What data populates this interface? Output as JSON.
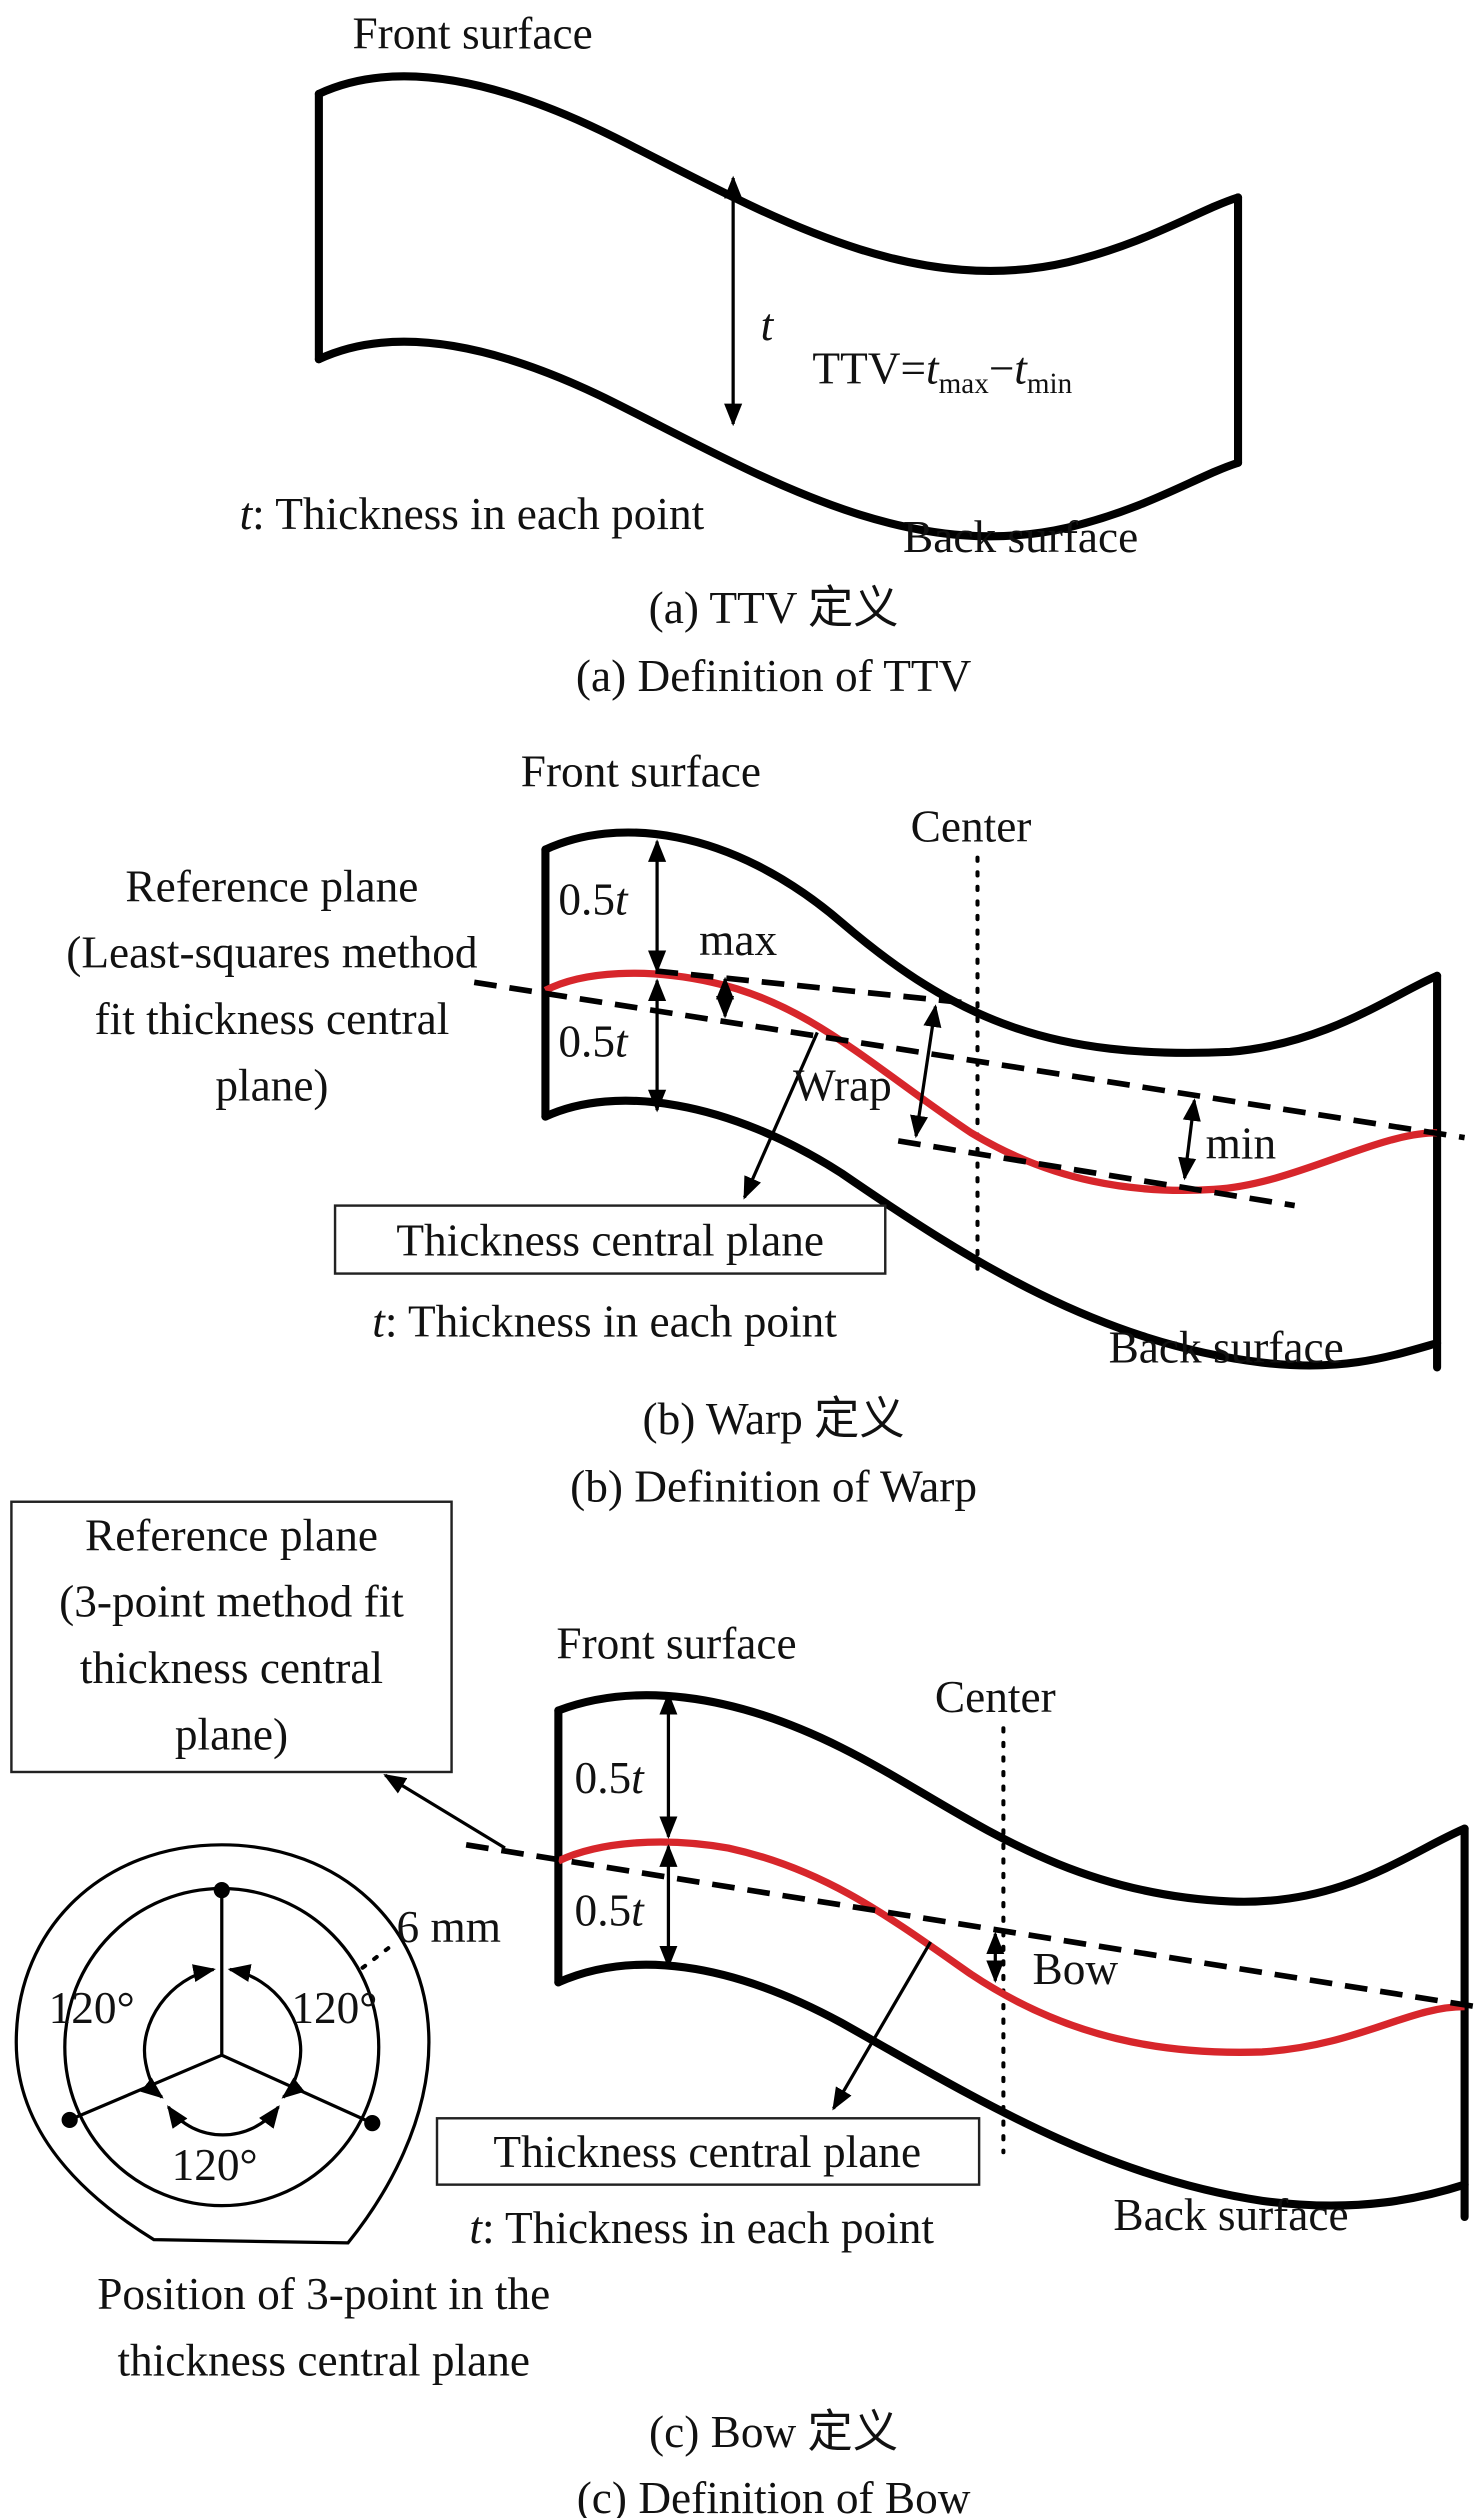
{
  "panel_a": {
    "front_surface": "Front surface",
    "back_surface": "Back surface",
    "t_symbol": "t",
    "formula": {
      "lhs": "TTV=",
      "t1": "t",
      "sub1": "max",
      "minus": "−",
      "t2": "t",
      "sub2": "min"
    },
    "thickness_note": {
      "t": "t",
      "rest": ": Thickness in each point"
    },
    "caption_cn": "(a) TTV 定义",
    "caption_en": "(a) Definition of TTV"
  },
  "panel_b": {
    "front_surface": "Front surface",
    "back_surface": "Back surface",
    "center": "Center",
    "reference_plane": [
      "Reference plane",
      "(Least-squares method",
      "fit thickness central",
      "plane)"
    ],
    "half_t_top": {
      "num": "0.5",
      "t": "t"
    },
    "half_t_bottom": {
      "num": "0.5",
      "t": "t"
    },
    "max": "max",
    "min": "min",
    "wrap": "Wrap",
    "central_plane_box": "Thickness central plane",
    "thickness_note": {
      "t": "t",
      "rest": ": Thickness in each point"
    },
    "caption_cn": "(b) Warp 定义",
    "caption_en": "(b) Definition of Warp"
  },
  "panel_c": {
    "reference_plane_box": [
      "Reference plane",
      "(3-point method fit",
      "thickness central",
      "plane)"
    ],
    "front_surface": "Front surface",
    "back_surface": "Back  surface",
    "center": "Center",
    "half_t_top": {
      "num": "0.5",
      "t": "t"
    },
    "half_t_bottom": {
      "num": "0.5",
      "t": "t"
    },
    "bow": "Bow",
    "central_plane_box": "Thickness central plane",
    "thickness_note": {
      "t": "t",
      "rest": ": Thickness in each point"
    },
    "circle": {
      "edge_distance": "6 mm",
      "angles": [
        "120°",
        "120°",
        "120°"
      ]
    },
    "circle_caption": [
      "Position of 3-point in the",
      "thickness central plane"
    ],
    "caption_cn": "(c) Bow 定义",
    "caption_en": "(c) Definition of Bow"
  },
  "colors": {
    "central_plane": "#d7262b",
    "outline": "#000000"
  }
}
